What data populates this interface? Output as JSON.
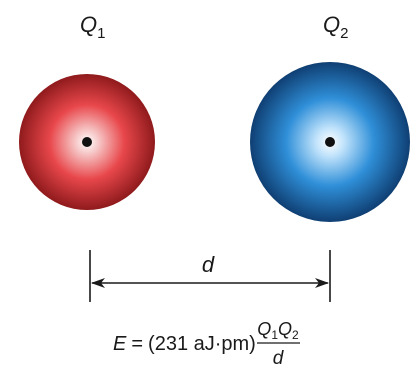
{
  "charges": [
    {
      "symbol": "Q",
      "subscript": "1",
      "color_center": "#ffffff",
      "color_mid": "#e8474b",
      "color_edge": "#8f1a1c"
    },
    {
      "symbol": "Q",
      "subscript": "2",
      "color_center": "#ffffff",
      "color_mid": "#2f8fd8",
      "color_edge": "#0f3f73"
    }
  ],
  "distance": {
    "label": "d"
  },
  "formula": {
    "lhs": "E",
    "equals": "=",
    "constant": "(231 aJ·pm)",
    "numerator": {
      "q1": "Q",
      "q1_sub": "1",
      "q2": "Q",
      "q2_sub": "2"
    },
    "denominator": "d"
  }
}
